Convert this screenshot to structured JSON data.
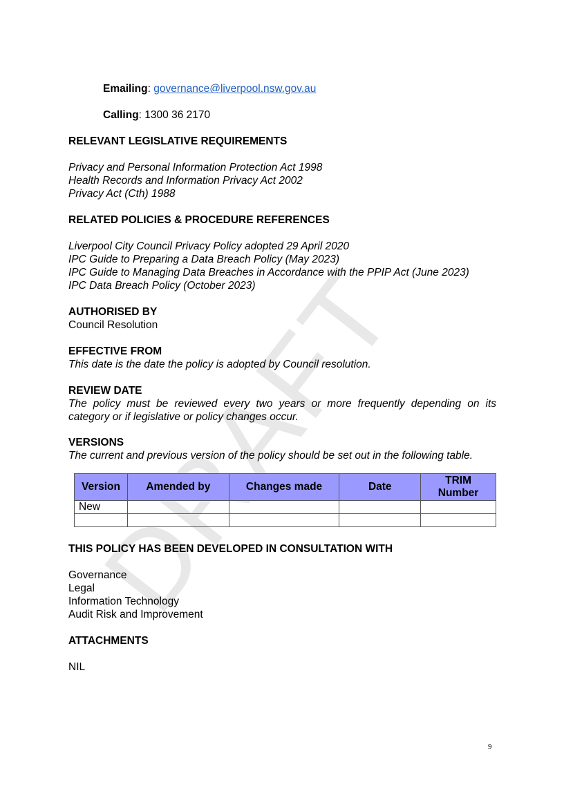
{
  "contact": {
    "email_label": "Emailing",
    "email_sep": ": ",
    "email_value": "governance@liverpool.nsw.gov.au",
    "call_label": "Calling",
    "call_sep": ": ",
    "call_value": "1300 36 2170"
  },
  "legislation": {
    "heading": "RELEVANT LEGISLATIVE REQUIREMENTS",
    "items": [
      "Privacy and Personal Information Protection Act 1998",
      "Health Records and Information Privacy Act 2002",
      "Privacy Act (Cth) 1988"
    ]
  },
  "related": {
    "heading": "RELATED POLICIES & PROCEDURE REFERENCES",
    "items": [
      "Liverpool City Council Privacy Policy adopted 29 April 2020",
      "IPC Guide to Preparing a Data Breach Policy (May 2023)",
      "IPC Guide to Managing Data Breaches in Accordance with the PPIP Act (June 2023)",
      "IPC Data Breach Policy (October 2023)"
    ]
  },
  "authorised": {
    "heading": "AUTHORISED BY",
    "text": "Council Resolution"
  },
  "effective": {
    "heading": "EFFECTIVE FROM",
    "text": "This date is the date the policy is adopted by Council resolution."
  },
  "review": {
    "heading": "REVIEW DATE",
    "text": "The policy must be reviewed every two years or more frequently depending on its category or if legislative or policy changes occur."
  },
  "versions": {
    "heading": "VERSIONS",
    "text": "The current and previous version of the policy should be set out in the following table.",
    "columns": [
      "Version",
      "Amended by",
      "Changes made",
      "Date",
      "TRIM Number"
    ],
    "rows": [
      [
        "New",
        "",
        "",
        "",
        ""
      ],
      [
        "",
        "",
        "",
        "",
        ""
      ]
    ]
  },
  "consultation": {
    "heading": "THIS POLICY HAS BEEN DEVELOPED IN CONSULTATION WITH",
    "items": [
      "Governance",
      "Legal",
      "Information Technology",
      "Audit Risk and Improvement"
    ]
  },
  "attachments": {
    "heading": "ATTACHMENTS",
    "text": "NIL"
  },
  "watermark": "DRAFT",
  "page_number": "9"
}
